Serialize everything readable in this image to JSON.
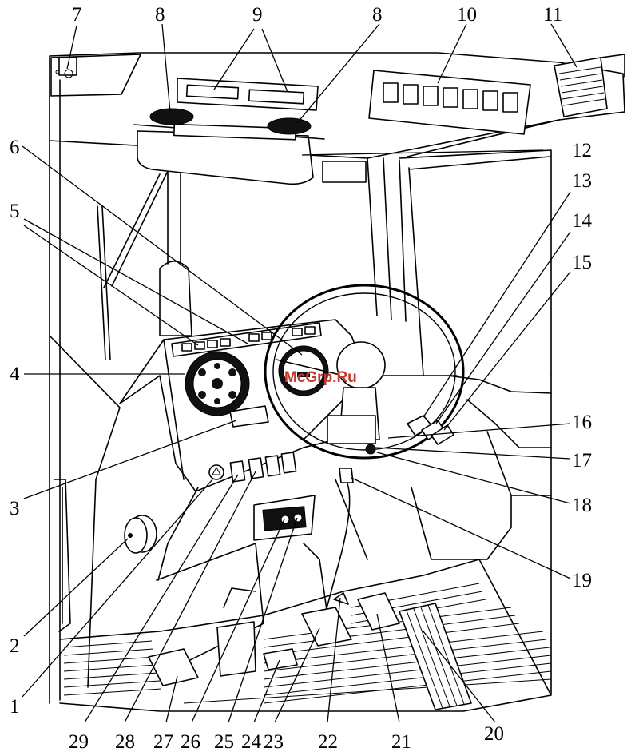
{
  "watermark": "McGrp.Ru",
  "colors": {
    "ink": "#000000",
    "paper": "#ffffff",
    "watermark": "#c0392b"
  },
  "labels": [
    "1",
    "2",
    "3",
    "4",
    "5",
    "6",
    "7",
    "8",
    "9",
    "10",
    "11",
    "12",
    "13",
    "14",
    "15",
    "16",
    "17",
    "18",
    "19",
    "20",
    "21",
    "22",
    "23",
    "24",
    "25",
    "26",
    "27",
    "28",
    "29"
  ]
}
